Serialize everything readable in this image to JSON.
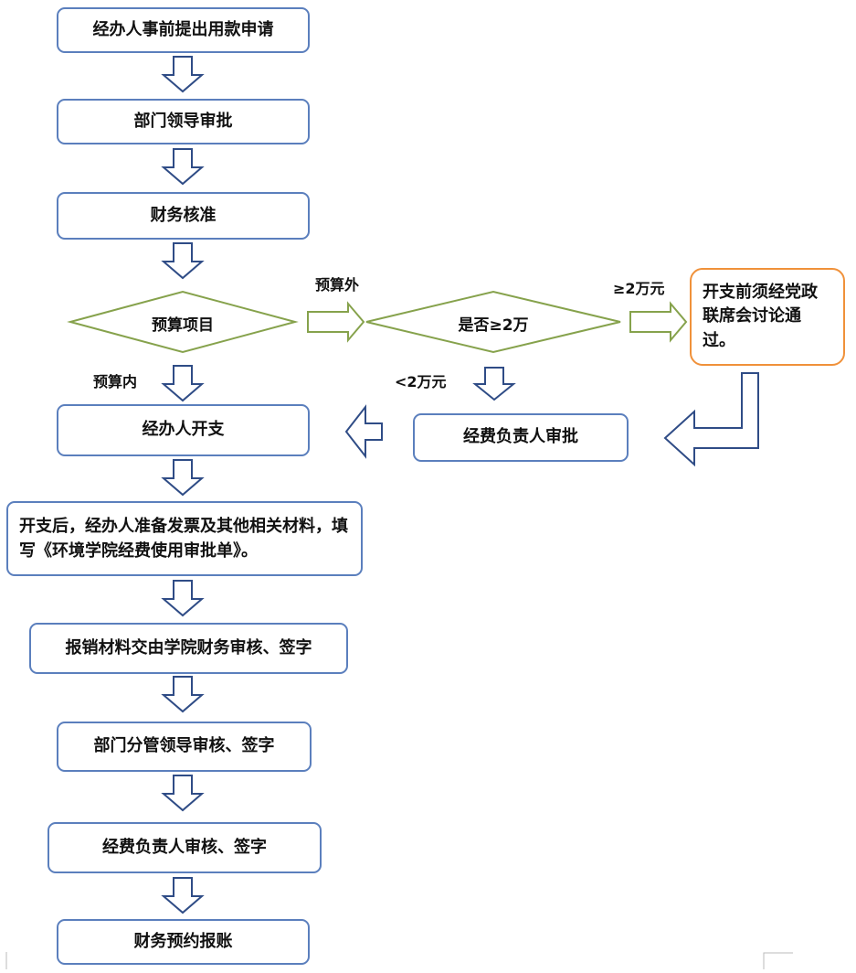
{
  "steps": {
    "apply": "经办人事前提出用款申请",
    "dept_approve": "部门领导审批",
    "finance_check": "财务核准",
    "budget_item": "预算项目",
    "is_over_2w": "是否≥2万",
    "party_meeting": "开支前须经党政联席会讨论通过。",
    "fund_head_approve": "经费负责人审批",
    "handler_spend": "经办人开支",
    "after_spend": "开支后，经办人准备发票及其他相关材料，填写《环境学院经费使用审批单》。",
    "submit_finance": "报销材料交由学院财务审核、签字",
    "dept_leader_sign": "部门分管领导审核、签字",
    "fund_head_sign": "经费负责人审核、签字",
    "reimburse": "财务预约报账"
  },
  "labels": {
    "outside_budget": "预算外",
    "inside_budget": "预算内",
    "gte_2w": "≥2万元",
    "lt_2w": "<2万元"
  },
  "colors": {
    "box_border": "#5b7fbd",
    "meeting_border": "#f0913a",
    "diamond": "#86a24c",
    "arrow_blue": "#2f4c86"
  }
}
